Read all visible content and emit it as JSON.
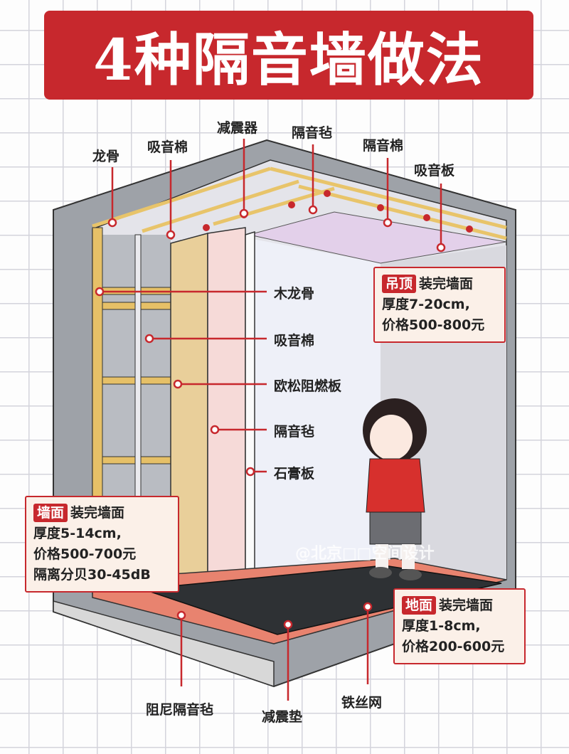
{
  "title": "4种隔音墙做法",
  "colors": {
    "accent": "#c7282d",
    "box_bg": "#fbf0e8"
  },
  "top_labels": [
    "龙骨",
    "吸音棉",
    "减震器",
    "隔音毡",
    "隔音棉",
    "吸音板"
  ],
  "wall_labels": [
    "木龙骨",
    "吸音棉",
    "欧松阻燃板",
    "隔音毡",
    "石膏板"
  ],
  "bottom_labels": [
    "阻尼隔音毡",
    "减震垫",
    "铁丝网"
  ],
  "ceiling_box": {
    "tag": "吊顶",
    "line1": "装完墙面",
    "line2": "厚度7-20cm,",
    "line3": "价格500-800元"
  },
  "wall_box": {
    "tag": "墙面",
    "line1": "装完墙面",
    "line2": "厚度5-14cm,",
    "line3": "价格500-700元",
    "line4": "隔离分贝30-45dB"
  },
  "floor_box": {
    "tag": "地面",
    "line1": "装完墙面",
    "line2": "厚度1-8cm,",
    "line3": "价格200-600元"
  },
  "watermark": "@北京□□空间设计"
}
